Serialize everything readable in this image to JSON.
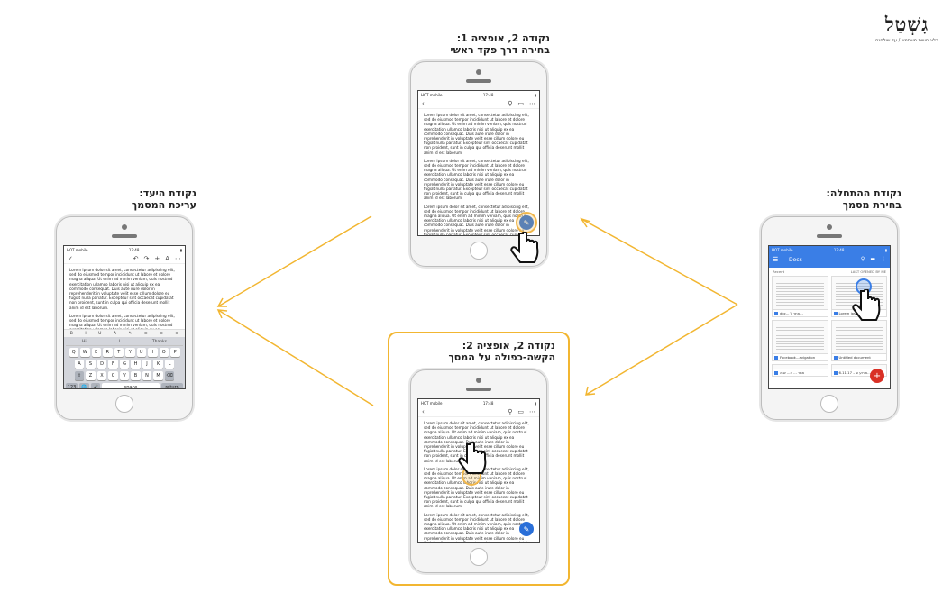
{
  "logo": {
    "word": "גִשְׁטַל",
    "tagline": "בלוג חוויית משתמש / על שולחנם"
  },
  "steps": {
    "option1": {
      "title": "נקודה 2, אופציה 1:",
      "subtitle": "בחירה דרך פקד ראשי"
    },
    "option2": {
      "title": "נקודה 2, אופציה 2:",
      "subtitle": "הקשה-כפולה על המסך"
    },
    "start": {
      "title": "נקודת ההתחלה:",
      "subtitle": "בחירת מסמך"
    },
    "goal": {
      "title": "נקודת היעד:",
      "subtitle": "עריכת המסמך"
    }
  },
  "phone_doc": {
    "carrier": "HOT mobile",
    "time": "17:48",
    "paragraphs": [
      "Lorem ipsum dolor sit amet, consectetur adipiscing elit, sed do eiusmod tempor incididunt ut labore et dolore magna aliqua. Ut enim ad minim veniam, quis nostrud exercitation ullamco laboris nisi ut aliquip ex ea commodo consequat. Duis aute irure dolor in reprehenderit in voluptate velit esse cillum dolore eu fugiat nulla pariatur. Excepteur sint occaecat cupidatat non proident, sunt in culpa qui officia deserunt mollit anim id est laborum.",
      "Lorem ipsum dolor sit amet, consectetur adipiscing elit, sed do eiusmod tempor incididunt ut labore et dolore magna aliqua. Ut enim ad minim veniam, quis nostrud exercitation ullamco laboris nisi ut aliquip ex ea commodo consequat. Duis aute irure dolor in reprehenderit in voluptate velit esse cillum dolore eu fugiat nulla pariatur. Excepteur sint occaecat cupidatat non proident, sunt in culpa qui officia deserunt mollit anim id est laborum.",
      "Lorem ipsum dolor sit amet, consectetur adipiscing elit, sed do eiusmod tempor incididunt ut labore et dolore magna aliqua. Ut enim ad minim veniam, quis nostrud exercitation ullamco laboris nisi ut aliquip ex ea commodo consequat. Duis aute irure dolor in reprehenderit in voluptate velit esse cillum dolore eu fugiat nulla pariatur. Excepteur sint occaecat cupidatat non proident, sunt in culpa qui officia deserunt mollit anim id est laborum."
    ]
  },
  "keyboard": {
    "suggestions": [
      "Hi",
      "I",
      "Thanks"
    ],
    "row1": [
      "Q",
      "W",
      "E",
      "R",
      "T",
      "Y",
      "U",
      "I",
      "O",
      "P"
    ],
    "row2": [
      "A",
      "S",
      "D",
      "F",
      "G",
      "H",
      "J",
      "K",
      "L"
    ],
    "row3": [
      "Z",
      "X",
      "C",
      "V",
      "B",
      "N",
      "M"
    ],
    "shift": "⇧",
    "backspace": "⌫",
    "numbers": "123",
    "globe": "🌐",
    "mic": "🎤",
    "space": "space",
    "return": "return",
    "format_buttons": [
      "B",
      "I",
      "U",
      "A",
      "✎",
      "≡",
      "≡",
      "≡"
    ]
  },
  "docs_app": {
    "app_title": "Docs",
    "recent_label": "Recent",
    "sort_label": "LAST OPENED BY ME",
    "files": [
      "doc... אתר ל...",
      "Lorem ipsum",
      "Facebook...avigation",
      "Untitled document",
      "אתר ... ה... שנה",
      "6.11.17 – אירוע ש..."
    ],
    "fab_symbol": "+"
  },
  "colors": {
    "arrow": "#f2b631",
    "docs_blue": "#3a7ee6",
    "fab_blue": "#2a6fd8",
    "fab_red": "#d93025"
  }
}
